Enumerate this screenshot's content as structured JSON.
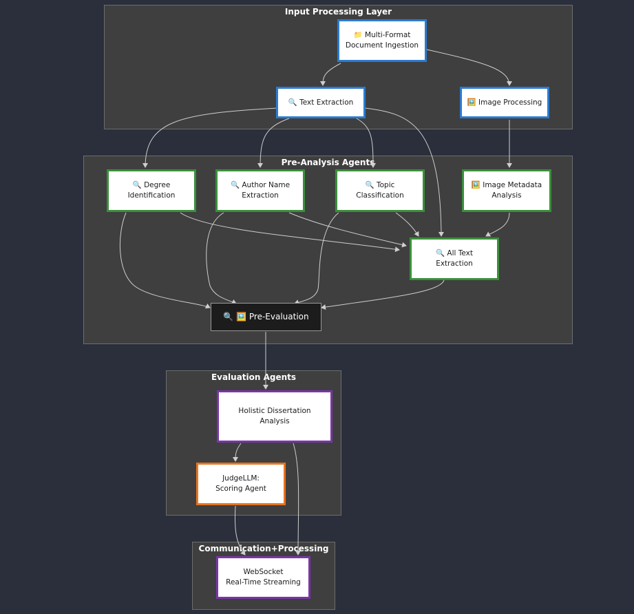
{
  "groups": {
    "input": "Input Processing Layer",
    "pre_analysis": "Pre-Analysis Agents",
    "evaluation": "Evaluation Agents",
    "communication": "Communication+Processing"
  },
  "nodes": {
    "ingestion": "📁 Multi-Format\nDocument Ingestion",
    "text_extraction": "🔍 Text Extraction",
    "image_processing": "🖼️ Image Processing",
    "degree": "🔍 Degree\nIdentification",
    "author": "🔍 Author Name\nExtraction",
    "topic": "🔍 Topic\nClassification",
    "image_meta": "🖼️ Image Metadata\nAnalysis",
    "all_text": "🔍 All Text\nExtraction",
    "pre_eval": "🔍 🖼️ Pre-Evaluation",
    "holistic": "Holistic Dissertation\nAnalysis",
    "judge": "JudgeLLM:\nScoring Agent",
    "websocket": "WebSocket\nReal-Time Streaming"
  },
  "colors": {
    "background": "#2a2f3b",
    "group_fill": "#3f3f3f",
    "input_border": "#2b7bd1",
    "pre_analysis_border": "#3b8f3b",
    "evaluation_border": "#7b35a8",
    "judge_border": "#e6751f",
    "edge": "#cfcfcf"
  }
}
